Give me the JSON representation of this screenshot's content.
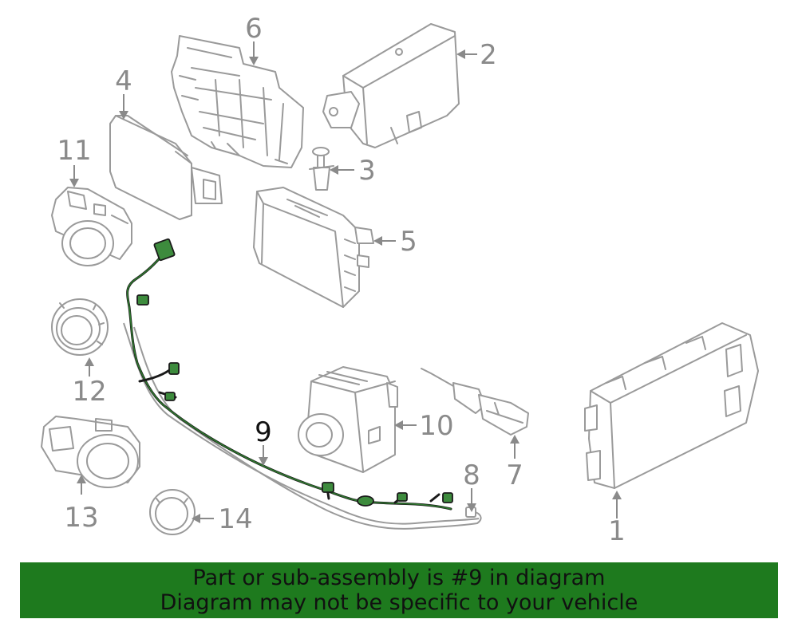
{
  "callouts": [
    {
      "id": "1",
      "label": "1"
    },
    {
      "id": "2",
      "label": "2"
    },
    {
      "id": "3",
      "label": "3"
    },
    {
      "id": "4",
      "label": "4"
    },
    {
      "id": "5",
      "label": "5"
    },
    {
      "id": "6",
      "label": "6"
    },
    {
      "id": "7",
      "label": "7"
    },
    {
      "id": "8",
      "label": "8"
    },
    {
      "id": "9",
      "label": "9"
    },
    {
      "id": "10",
      "label": "10"
    },
    {
      "id": "11",
      "label": "11"
    },
    {
      "id": "12",
      "label": "12"
    },
    {
      "id": "13",
      "label": "13"
    },
    {
      "id": "14",
      "label": "14"
    }
  ],
  "highlighted_part": "9",
  "colors": {
    "banner_background": "#1e7a1e",
    "part_lines": "#9a9a9a",
    "harness_highlight": "#3d8b3d"
  },
  "banner": {
    "line1": "Part or sub-assembly is #9 in diagram",
    "line2": "Diagram may not be specific to your vehicle"
  }
}
